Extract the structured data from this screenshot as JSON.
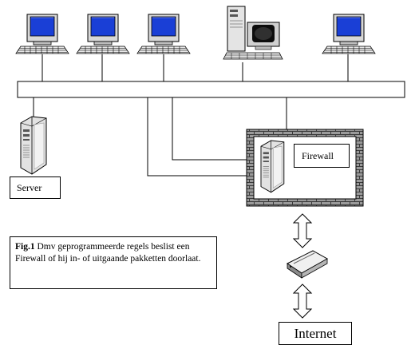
{
  "diagram": {
    "server_label": "Server",
    "firewall_label": "Firewall",
    "internet_label": "Internet",
    "caption": {
      "figure_number": "Fig.1",
      "text": " Dmv geprogrammeerde regels beslist een Firewall of hij in- of uitgaande pakketten doorlaat."
    }
  },
  "colors": {
    "screen": "#1a3fd6",
    "brick_wall": "#8c8c8c",
    "line": "#000000"
  },
  "icons": [
    "workstation-icon",
    "tower-workstation-icon",
    "server-icon",
    "modem-icon",
    "double-arrow-icon",
    "brick-wall"
  ]
}
